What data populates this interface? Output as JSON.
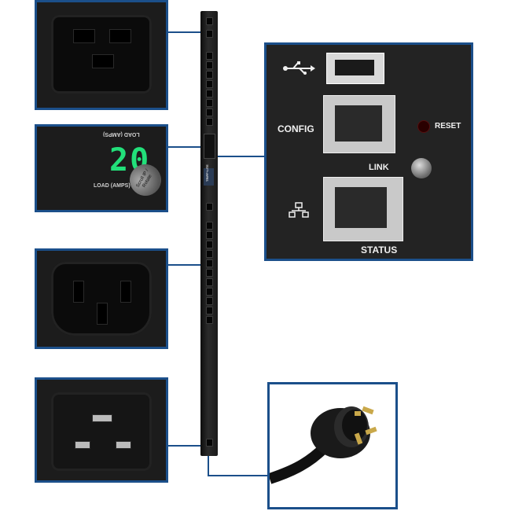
{
  "display": {
    "digits": "20",
    "top_label": "LOAD (AMPS)",
    "bottom_label": "LOAD (AMPS)",
    "button_label": "Scroll IP / Rotate"
  },
  "network_panel": {
    "config_label": "CONFIG",
    "reset_label": "RESET",
    "link_label": "LINK",
    "status_label": "STATUS"
  },
  "pdu": {
    "brand_label": "TRIPP·LITE"
  },
  "colors": {
    "accent": "#1b4f8a",
    "display_green": "#22e07a",
    "panel_bg": "#1c1c1c"
  },
  "icons": {
    "usb": "usb-icon",
    "network": "network-icon"
  }
}
